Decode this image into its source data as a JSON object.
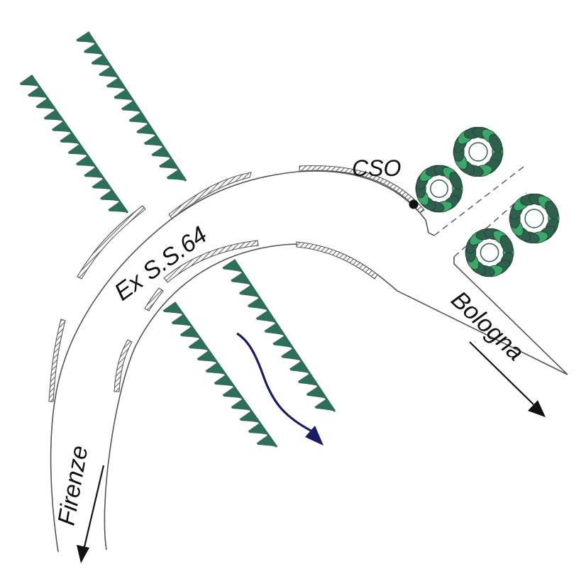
{
  "labels": {
    "road": "Ex S.S.64",
    "outfall": "CSO",
    "south": "Firenze",
    "east": "Bologna"
  },
  "colors": {
    "line": "#555555",
    "channel": "#2f6f57",
    "vegetation_dark": "#2f5f4d",
    "vegetation_light": "#3aa866",
    "flow": "#1a1a66",
    "arrow": "#111111"
  },
  "icons": {
    "channel": "stream-bank-icon",
    "vegetation": "tree-crown-icon",
    "flow": "flow-arrow-icon",
    "direction": "direction-arrow-icon",
    "outfall": "outfall-point-icon"
  }
}
